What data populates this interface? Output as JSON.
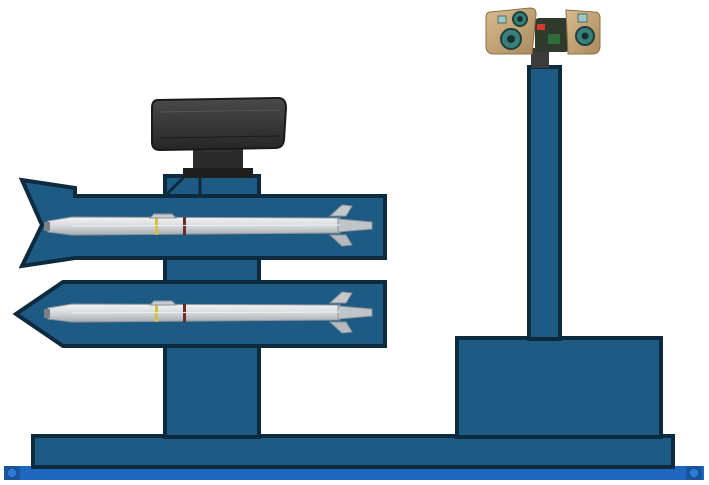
{
  "diagram": {
    "colors": {
      "background": "#ffffff",
      "structure_fill": "#1d5a84",
      "structure_stroke": "#0e2a3e",
      "rail": "#1f68bf",
      "rail_bolt": "#2a7ad6",
      "missile_body": "#d9dcdf",
      "missile_shade": "#a8adb2",
      "radar_body": "#3a3a3a",
      "camera_body": "#c9a777",
      "camera_lens": "#3a7f7a"
    },
    "components": [
      {
        "id": "base-platform",
        "icon": "base-platform"
      },
      {
        "id": "mounting-rail",
        "icon": "rail"
      },
      {
        "id": "launcher-pillar",
        "icon": "pillar"
      },
      {
        "id": "upper-launch-pod",
        "icon": "launch-pod-arrow-left"
      },
      {
        "id": "lower-launch-pod",
        "icon": "launch-pod-arrow-left"
      },
      {
        "id": "upper-missile",
        "icon": "missile-icon"
      },
      {
        "id": "lower-missile",
        "icon": "missile-icon"
      },
      {
        "id": "radar-unit",
        "icon": "radar-icon"
      },
      {
        "id": "equipment-box",
        "icon": "box"
      },
      {
        "id": "sensor-mast",
        "icon": "mast"
      },
      {
        "id": "eo-sensor-turret",
        "icon": "camera-turret-icon"
      }
    ]
  }
}
